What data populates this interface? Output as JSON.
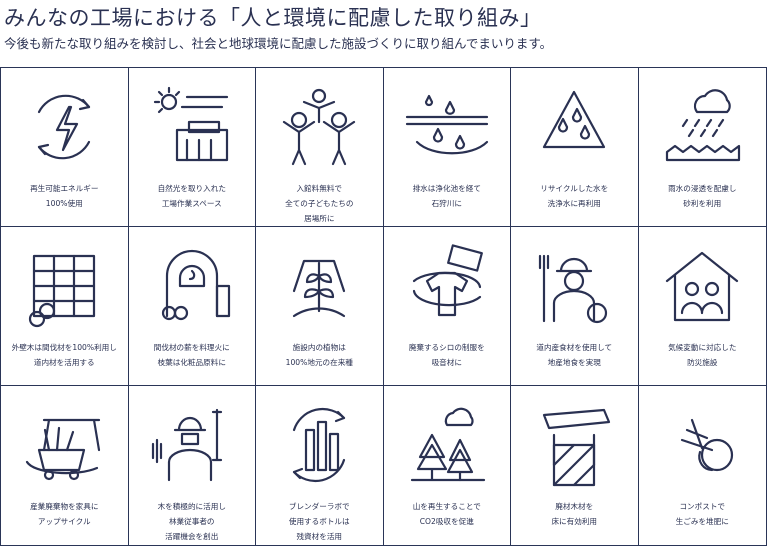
{
  "header": {
    "title": "みんなの工場における「人と環境に配慮した取り組み」",
    "subtitle": "今後も新たな取り組みを検討し、社会と地球環境に配慮した施設づくりに取り組んでまいります。"
  },
  "colors": {
    "text": "#2a3152",
    "border": "#2a3557"
  },
  "items": [
    {
      "icon": "renewable-energy-icon",
      "caption": "再生可能エネルギー\n100%使用"
    },
    {
      "icon": "sunlight-icon",
      "caption": "自然光を取り入れた\n工場作業スペース"
    },
    {
      "icon": "children-icon",
      "caption": "入館料無料で\n全ての子どもたちの\n居場所に"
    },
    {
      "icon": "water-purification-icon",
      "caption": "排水は浄化池を経て\n石狩川に"
    },
    {
      "icon": "recycle-water-icon",
      "caption": "リサイクルした水を\n洗浄水に再利用"
    },
    {
      "icon": "rain-gravel-icon",
      "caption": "雨水の浸透を配慮し\n砂利を利用"
    },
    {
      "icon": "timber-wall-icon",
      "caption": "外壁木は間伐材を100%利用し\n道内材を活用する"
    },
    {
      "icon": "firewood-oven-icon",
      "caption": "間伐材の薪を料理火に\n枝葉は化粧品原料に"
    },
    {
      "icon": "native-plant-icon",
      "caption": "施設内の植物は\n100%地元の在来種"
    },
    {
      "icon": "uniform-recycle-icon",
      "caption": "廃棄するシロの制服を\n吸音材に"
    },
    {
      "icon": "local-farmer-icon",
      "caption": "道内産食材を使用して\n地産地食を実現"
    },
    {
      "icon": "disaster-shelter-icon",
      "caption": "気候変動に対応した\n防災施設"
    },
    {
      "icon": "upcycle-furniture-icon",
      "caption": "産業廃棄物を家具に\nアップサイクル"
    },
    {
      "icon": "forestry-worker-icon",
      "caption": "木を積極的に活用し\n林業従事者の\n活躍機会を創出"
    },
    {
      "icon": "bottle-reuse-icon",
      "caption": "ブレンダーラボで\n使用するボトルは\n残資材を活用"
    },
    {
      "icon": "forest-co2-icon",
      "caption": "山を再生することで\nCO2吸収を促進"
    },
    {
      "icon": "waste-wood-floor-icon",
      "caption": "廃材木材を\n床に有効利用"
    },
    {
      "icon": "compost-icon",
      "caption": "コンポストで\n生ごみを堆肥に"
    }
  ]
}
